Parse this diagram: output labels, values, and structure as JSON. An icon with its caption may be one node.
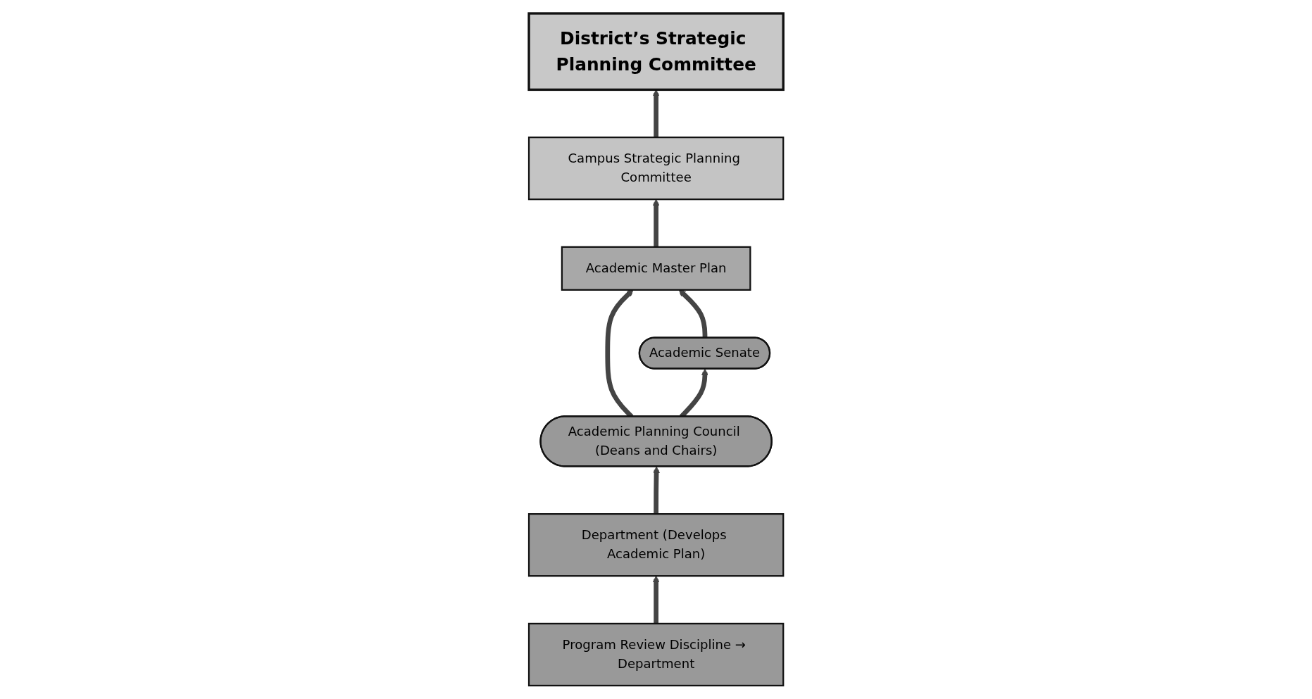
{
  "diagram": {
    "nodes": [
      {
        "text": [
          "District’s Strategic Planning Committee"
        ]
      },
      {
        "text": [
          "Campus Strategic Planning Committee"
        ]
      },
      {
        "text": [
          "Academic Master Plan"
        ]
      },
      {
        "text": [
          "Academic Senate"
        ]
      },
      {
        "text": [
          "Department (Develops Academic Plan)"
        ]
      },
      {
        "text": [
          "Academic Planning Council (Deans and Chairs)"
        ]
      },
      {
        "text": [
          "Program Review Discipline → Department"
        ]
      }
    ],
    "edges": [
      {
        "from": 1,
        "to": 0,
        "arrow": "to"
      },
      {
        "from": 2,
        "to": 1,
        "arrow": "to"
      },
      {
        "from": 5,
        "to": 2,
        "arrow": "to"
      },
      {
        "from": 3,
        "to": 2,
        "arrow": "to"
      },
      {
        "from": 5,
        "to": 3,
        "arrow": "to"
      },
      {
        "from": 4,
        "to": 5,
        "arrow": "to"
      },
      {
        "from": 6,
        "to": 4,
        "arrow": "to"
      }
    ]
  }
}
